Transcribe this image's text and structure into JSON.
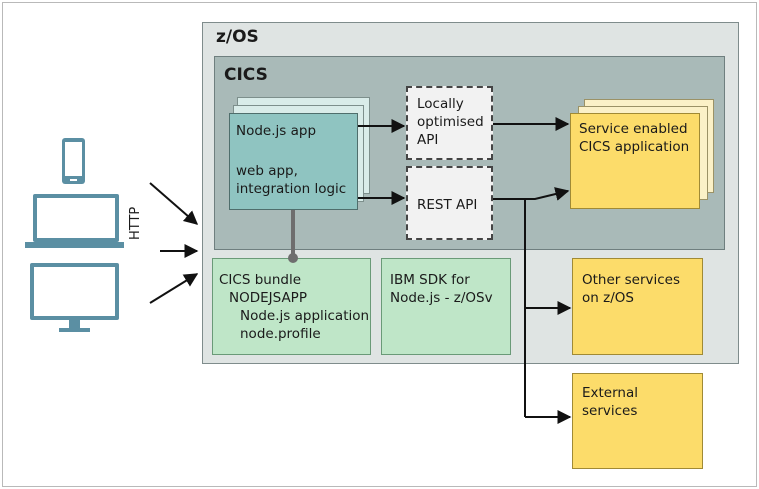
{
  "zos": {
    "title": "z/OS"
  },
  "cics": {
    "title": "CICS"
  },
  "nodejs_app": {
    "line1": "Node.js app",
    "line2": "web app,",
    "line3": "integration logic"
  },
  "local_api": {
    "line1": "Locally",
    "line2": "optimised",
    "line3": "API"
  },
  "rest_api": {
    "label": "REST API"
  },
  "service_app": {
    "line1": "Service enabled",
    "line2": "CICS application"
  },
  "bundle": {
    "line1": "CICS bundle",
    "line2": "NODEJSAPP",
    "line3": "Node.js application",
    "line4": "node.profile"
  },
  "sdk": {
    "line1": "IBM SDK for",
    "line2": "Node.js - z/OSv"
  },
  "other_services": {
    "line1": "Other services",
    "line2": "on z/OS"
  },
  "external_services": {
    "line1": "External",
    "line2": "services"
  },
  "http_label": "HTTP",
  "devices": [
    "phone",
    "laptop",
    "desktop-monitor"
  ],
  "colors": {
    "zos_bg": "#dfe4e3",
    "cics_bg": "#a9bab8",
    "node_app": "#8fc4c1",
    "yellow_box": "#fcdc6a",
    "green_box": "#bfe6c8",
    "device": "#5b8fa3"
  }
}
